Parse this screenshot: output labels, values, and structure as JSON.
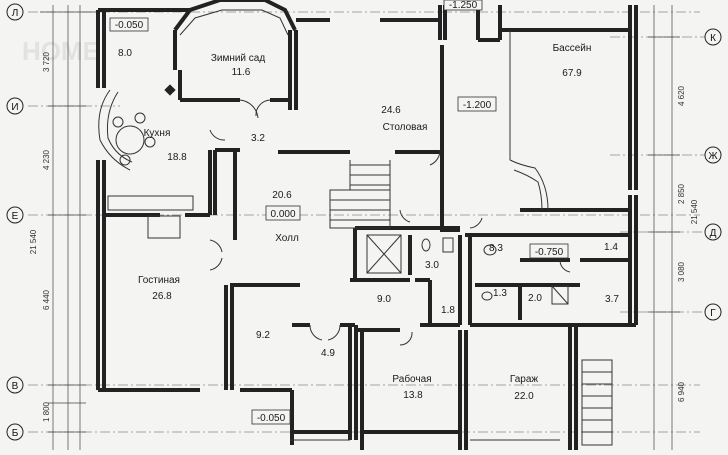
{
  "axes_left": [
    "Л",
    "И",
    "Е",
    "В",
    "Б"
  ],
  "axes_right": [
    "К",
    "Ж",
    "Д",
    "Г"
  ],
  "dims_left": [
    "3 720",
    "4 230",
    "21 540",
    "6 440",
    "1 800"
  ],
  "dims_right": [
    "4 620",
    "2 850",
    "21 540",
    "3 080",
    "6 940"
  ],
  "rooms": {
    "winter_garden": {
      "name": "Зимний сад",
      "area": "11.6"
    },
    "kitchen": {
      "name": "Кухня",
      "area": "18.8"
    },
    "dining": {
      "name": "Столовая",
      "area": "24.6"
    },
    "pool": {
      "name": "Бассейн",
      "area": "67.9"
    },
    "hall": {
      "name": "Холл",
      "area": "20.6"
    },
    "living": {
      "name": "Гостиная",
      "area": "26.8"
    },
    "study": {
      "name": "Рабочая",
      "area": "13.8"
    },
    "garage": {
      "name": "Гараж",
      "area": "22.0"
    }
  },
  "areas": {
    "a_8_0": "8.0",
    "a_3_2": "3.2",
    "a_3_0": "3.0",
    "a_9_0": "9.0",
    "a_1_8": "1.8",
    "a_8_3": "8.3",
    "a_1_4": "1.4",
    "a_1_3": "1.3",
    "a_2_0": "2.0",
    "a_3_7": "3.7",
    "a_9_2": "9.2",
    "a_4_9": "4.9"
  },
  "levels": {
    "l_top_left": "-0.050",
    "l_top": "-1.250",
    "l_pool": "-1.200",
    "l_hall": "0.000",
    "l_right": "-0.750",
    "l_bottom": "-0.050"
  },
  "watermark": "HOME"
}
